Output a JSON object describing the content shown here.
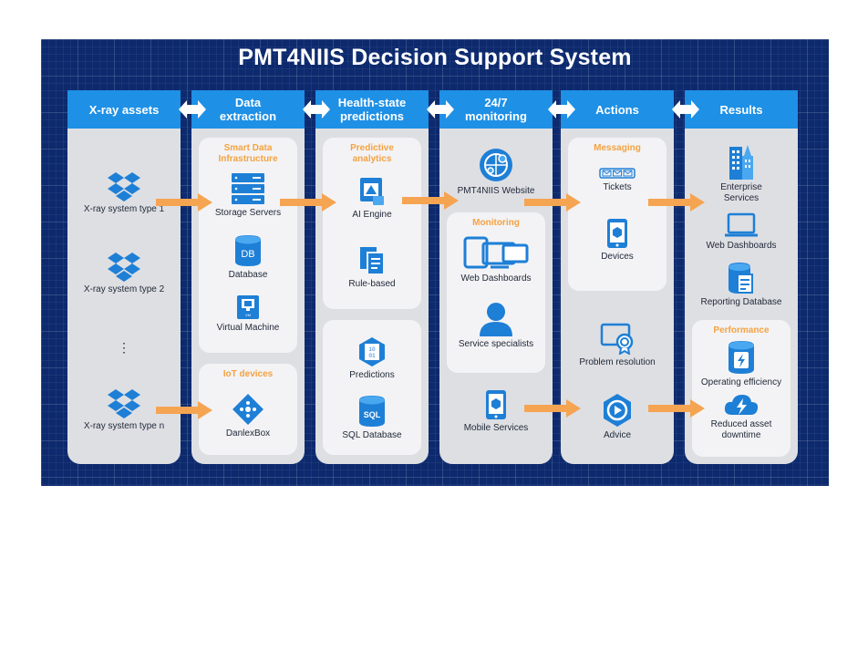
{
  "title": "PMT4NIIS Decision Support System",
  "columns": [
    {
      "header": "X-ray assets"
    },
    {
      "header": "Data\nextraction"
    },
    {
      "header": "Health-state\npredictions"
    },
    {
      "header": "24/7\nmonitoring"
    },
    {
      "header": "Actions"
    },
    {
      "header": "Results"
    }
  ],
  "assets": {
    "type1": "X-ray system type 1",
    "type2": "X-ray system type 2",
    "ellipsis": "⋮",
    "typen": "X-ray system type n"
  },
  "extraction": {
    "smart_title": "Smart Data\nInfrastructure",
    "storage": "Storage Servers",
    "database": "Database",
    "db_glyph": "DB",
    "vm": "Virtual Machine",
    "vm_glyph": "VM",
    "iot_title": "IoT devices",
    "danlex": "DanlexBox"
  },
  "predictions": {
    "analytics_title": "Predictive\nanalytics",
    "ai": "AI Engine",
    "rule": "Rule-based",
    "predictions": "Predictions",
    "pred_glyph": "10\n01",
    "sql": "SQL Database",
    "sql_glyph": "SQL"
  },
  "monitoring": {
    "website": "PMT4NIIS Website",
    "monitoring_title": "Monitoring",
    "dashboards": "Web Dashboards",
    "specialists": "Service specialists",
    "mobile": "Mobile Services"
  },
  "actions": {
    "messaging_title": "Messaging",
    "tickets": "Tickets",
    "devices": "Devices",
    "problem": "Problem resolution",
    "advice": "Advice"
  },
  "results": {
    "enterprise": "Enterprise\nServices",
    "dashboards": "Web Dashboards",
    "reporting": "Reporting Database",
    "performance_title": "Performance",
    "efficiency": "Operating efficiency",
    "downtime": "Reduced asset\ndowntime"
  },
  "colors": {
    "background": "#0d2a6e",
    "header": "#1e90e6",
    "column": "#dedfe3",
    "subpanel": "#f3f3f5",
    "arrow": "#f5a452",
    "icon": "#1e7fd6",
    "accent_text": "#f4a242"
  }
}
